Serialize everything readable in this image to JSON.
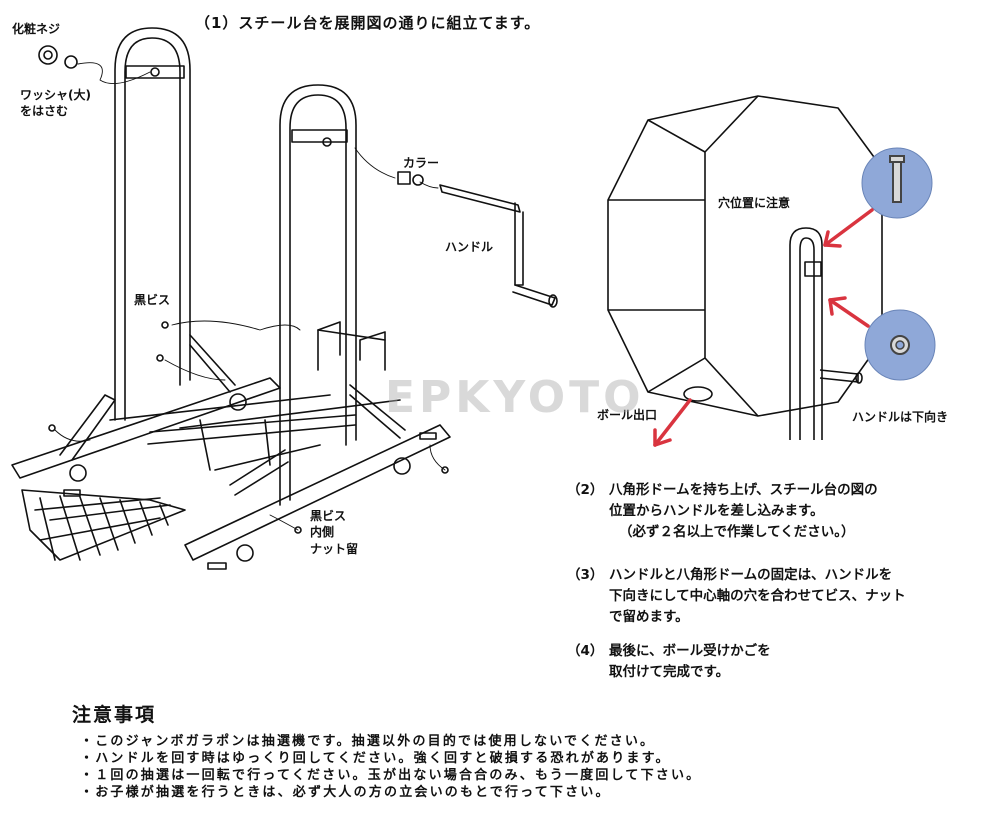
{
  "title": "（1）スチール台を展開図の通りに組立てます。",
  "left_diagram": {
    "labels": {
      "cosmetic_screw": "化粧ネジ",
      "washer_line1": "ワッシャ(大)",
      "washer_line2": "をはさむ",
      "collar": "カラー",
      "handle": "ハンドル",
      "black_screw": "黒ビス",
      "black_screw2_line1": "黒ビス",
      "black_screw2_line2": "内側",
      "black_screw2_line3": "ナット留"
    }
  },
  "right_diagram": {
    "labels": {
      "hole_position": "穴位置に注意",
      "ball_outlet": "ボール出口",
      "handle_down": "ハンドルは下向き"
    },
    "accent_color": "#d9343f",
    "callout_color": "#8fa8d8"
  },
  "watermark": "EPKYOTO",
  "steps": [
    {
      "num": "（2）",
      "lines": [
        "八角形ドームを持ち上げ、スチール台の図の",
        "位置からハンドルを差し込みます。",
        "（必ず２名以上で作業してください。）"
      ]
    },
    {
      "num": "（3）",
      "lines": [
        "ハンドルと八角形ドームの固定は、ハンドルを",
        "下向きにして中心軸の穴を合わせてビス、ナット",
        "で留めます。"
      ]
    },
    {
      "num": "（4）",
      "lines": [
        "最後に、ボール受けかごを",
        "取付けて完成です。"
      ]
    }
  ],
  "notes": {
    "title": "注意事項",
    "items": [
      "・このジャンボガラポンは抽選機です。抽選以外の目的では使用しないでください。",
      "・ハンドルを回す時はゆっくり回してください。強く回すと破損する恐れがあります。",
      "・１回の抽選は一回転で行ってください。玉が出ない場合合のみ、もう一度回して下さい。",
      "・お子様が抽選を行うときは、必ず大人の方の立会いのもとで行って下さい。"
    ]
  }
}
